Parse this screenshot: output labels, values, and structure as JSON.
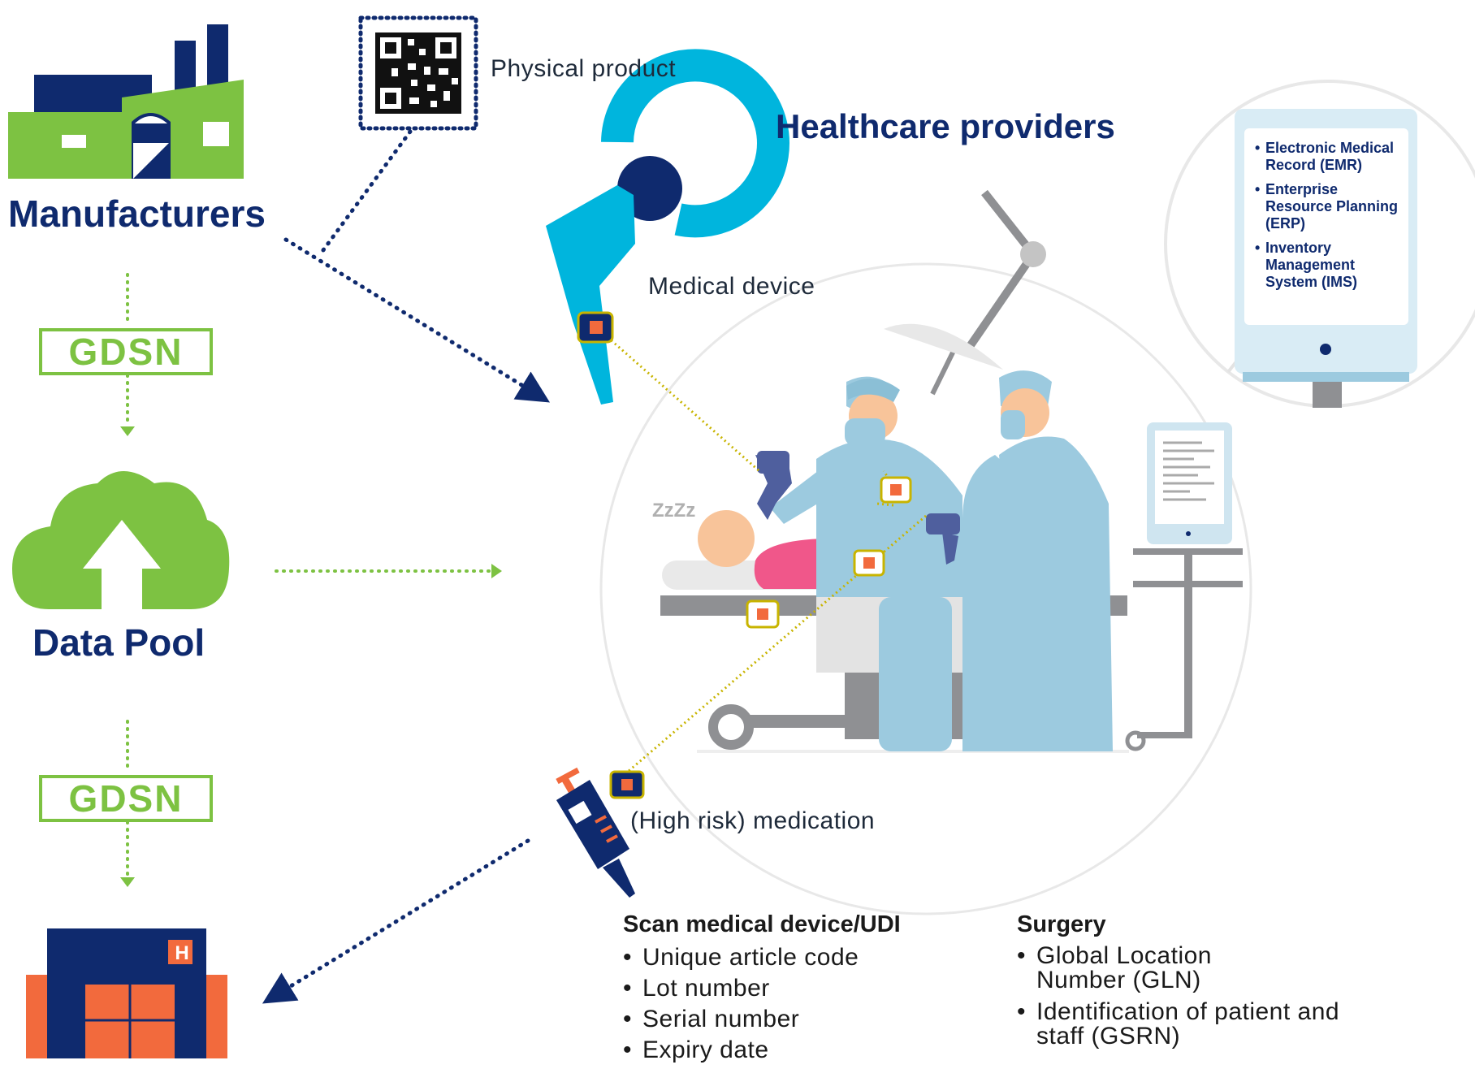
{
  "left_column": {
    "manufacturers": "Manufacturers",
    "gdsn_top": "GDSN",
    "data_pool": "Data Pool",
    "gdsn_bottom": "GDSN"
  },
  "labels": {
    "physical_product": "Physical product",
    "healthcare_providers": "Healthcare providers",
    "medical_device": "Medical device",
    "medication": "(High risk) medication",
    "sleep": "ZzZz"
  },
  "systems": {
    "items": [
      "Electronic Medical Record (EMR)",
      "Enterprise Resource Planning (ERP)",
      "Inventory Management System (IMS)"
    ]
  },
  "scan": {
    "heading": "Scan medical device/UDI",
    "items": [
      "Unique article code",
      "Lot number",
      "Serial number",
      "Expiry date"
    ]
  },
  "surgery": {
    "heading": "Surgery",
    "items": [
      "Global Location Number (GLN)",
      "Identification of patient and staff (GSRN)"
    ]
  },
  "hospital_sign": "H",
  "colors": {
    "navy": "#0f2a6e",
    "green": "#7dc242",
    "cyan": "#00b5dd",
    "orange": "#f26a3d",
    "light_blue": "#9ccadf",
    "pink": "#f0578a",
    "grey": "#8f9093",
    "yellow_dots": "#c8b400"
  }
}
